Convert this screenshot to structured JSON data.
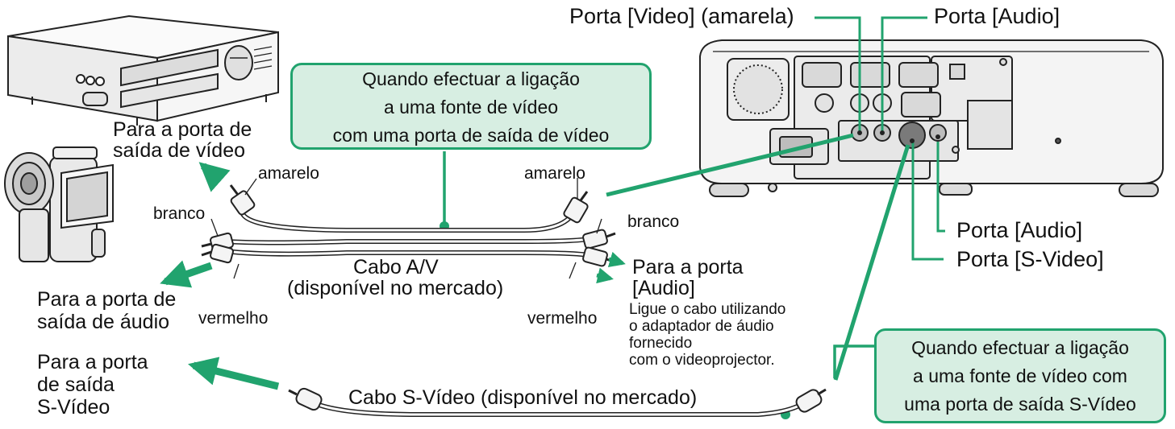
{
  "ports": {
    "video_yellow": "Porta [Video] (amarela)",
    "audio_top": "Porta [Audio]",
    "audio_right": "Porta [Audio]",
    "svideo_right": "Porta [S-Video]"
  },
  "callouts": {
    "video_source": {
      "line1": "Quando efectuar a ligação",
      "line2": "a uma fonte de vídeo",
      "line3": "com uma porta de saída de vídeo"
    },
    "svideo_source": {
      "line1": "Quando efectuar a ligação",
      "line2": "a uma fonte de vídeo com",
      "line3": "uma porta de saída S-Vídeo"
    }
  },
  "source_labels": {
    "video_out_line1": "Para a porta de",
    "video_out_line2": "saída de vídeo",
    "audio_out_line1": "Para a porta de",
    "audio_out_line2": "saída de áudio",
    "svideo_out_line1": "Para a porta",
    "svideo_out_line2": "de saída",
    "svideo_out_line3": "S-Vídeo"
  },
  "plug_labels": {
    "yellow_left": "amarelo",
    "yellow_right": "amarelo",
    "white_left": "branco",
    "white_right": "branco",
    "red_left": "vermelho",
    "red_right": "vermelho"
  },
  "cables": {
    "av_line1": "Cabo A/V",
    "av_line2": "(disponível no mercado)",
    "svideo": "Cabo S-Vídeo (disponível no mercado)"
  },
  "audio_port_note": {
    "heading_line1": "Para a porta",
    "heading_line2": "[Audio]",
    "note_line1": "Ligue o cabo utilizando",
    "note_line2": "o adaptador de áudio",
    "note_line3": "fornecido",
    "note_line4": "com o videoprojector."
  },
  "colors": {
    "accent_green": "#21a36e",
    "callout_fill": "#d7eee2",
    "outline": "#222222"
  }
}
